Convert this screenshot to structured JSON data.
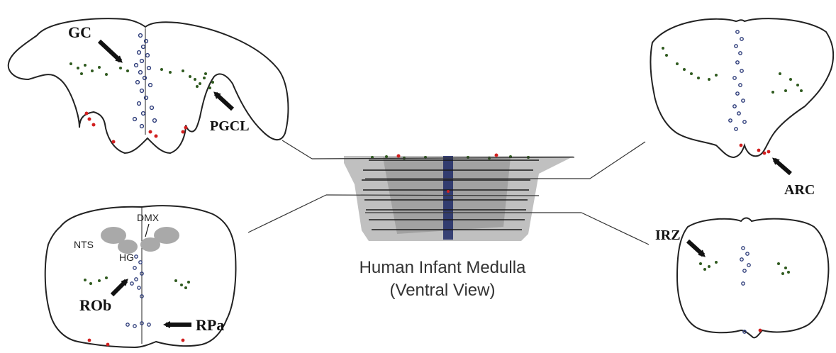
{
  "caption": {
    "line1": "Human Infant Medulla",
    "line2": "(Ventral View)"
  },
  "labels": {
    "gc": "GC",
    "pgcl": "PGCL",
    "arc": "ARC",
    "irz": "IRZ",
    "rob": "ROb",
    "rpa": "RPa",
    "dmx": "DMX",
    "nts": "NTS",
    "hg": "HG"
  },
  "colors": {
    "outline": "#222222",
    "midline_cells": "#2b3a78",
    "lateral_cells": "#2f5a1f",
    "ventral_cells": "#d11f1f",
    "nuclei_fill": "#a9a9a9",
    "volume_gray": "#9a9a9a",
    "arrow": "#111111"
  },
  "icons": {
    "pointer": "arrow-icon"
  }
}
